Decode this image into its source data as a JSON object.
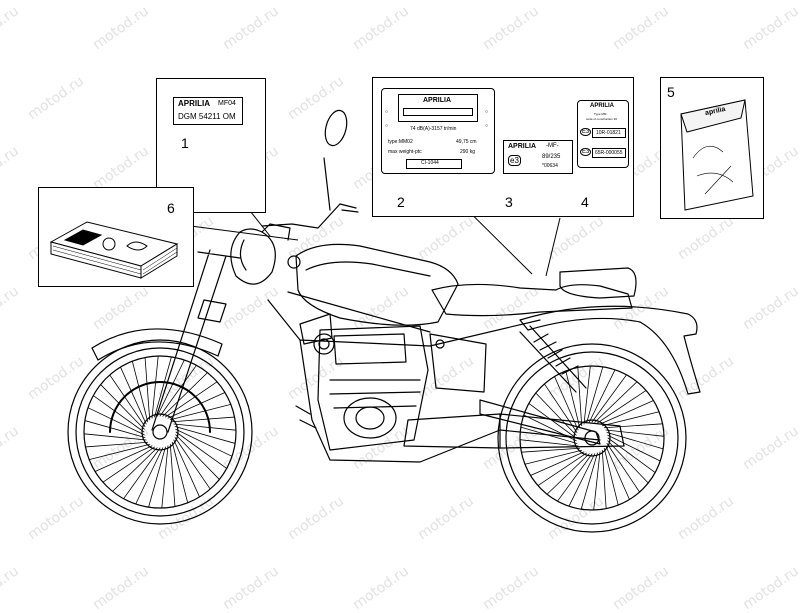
{
  "watermark": "motod.ru",
  "callouts": {
    "item1": {
      "number": "1",
      "brand": "APRILIA",
      "model": "MF04",
      "code": "DGM 54211 OM"
    },
    "item2": {
      "number": "2",
      "brand": "APRILIA",
      "noise": "74 dB(A)-3157 tr/min",
      "type": "type:MM02",
      "type_value": "49,75 cm",
      "weight": "max weight-ptc",
      "weight_value": "290 kg",
      "approval": "CI-1044"
    },
    "item3": {
      "number": "3",
      "brand": "APRILIA",
      "model": "-MF-",
      "mark": "e3",
      "line1": "89/235",
      "line2": "*00634"
    },
    "item4": {
      "number": "4",
      "brand": "APRILIA",
      "line1": "Type MM",
      "line2": "code of construction 30",
      "mark1": "E3",
      "code1": "10R-01821",
      "mark2": "E3",
      "code2": "65R-000055"
    },
    "item5": {
      "number": "5",
      "logo": "aprilia"
    },
    "item6": {
      "number": "6"
    }
  }
}
